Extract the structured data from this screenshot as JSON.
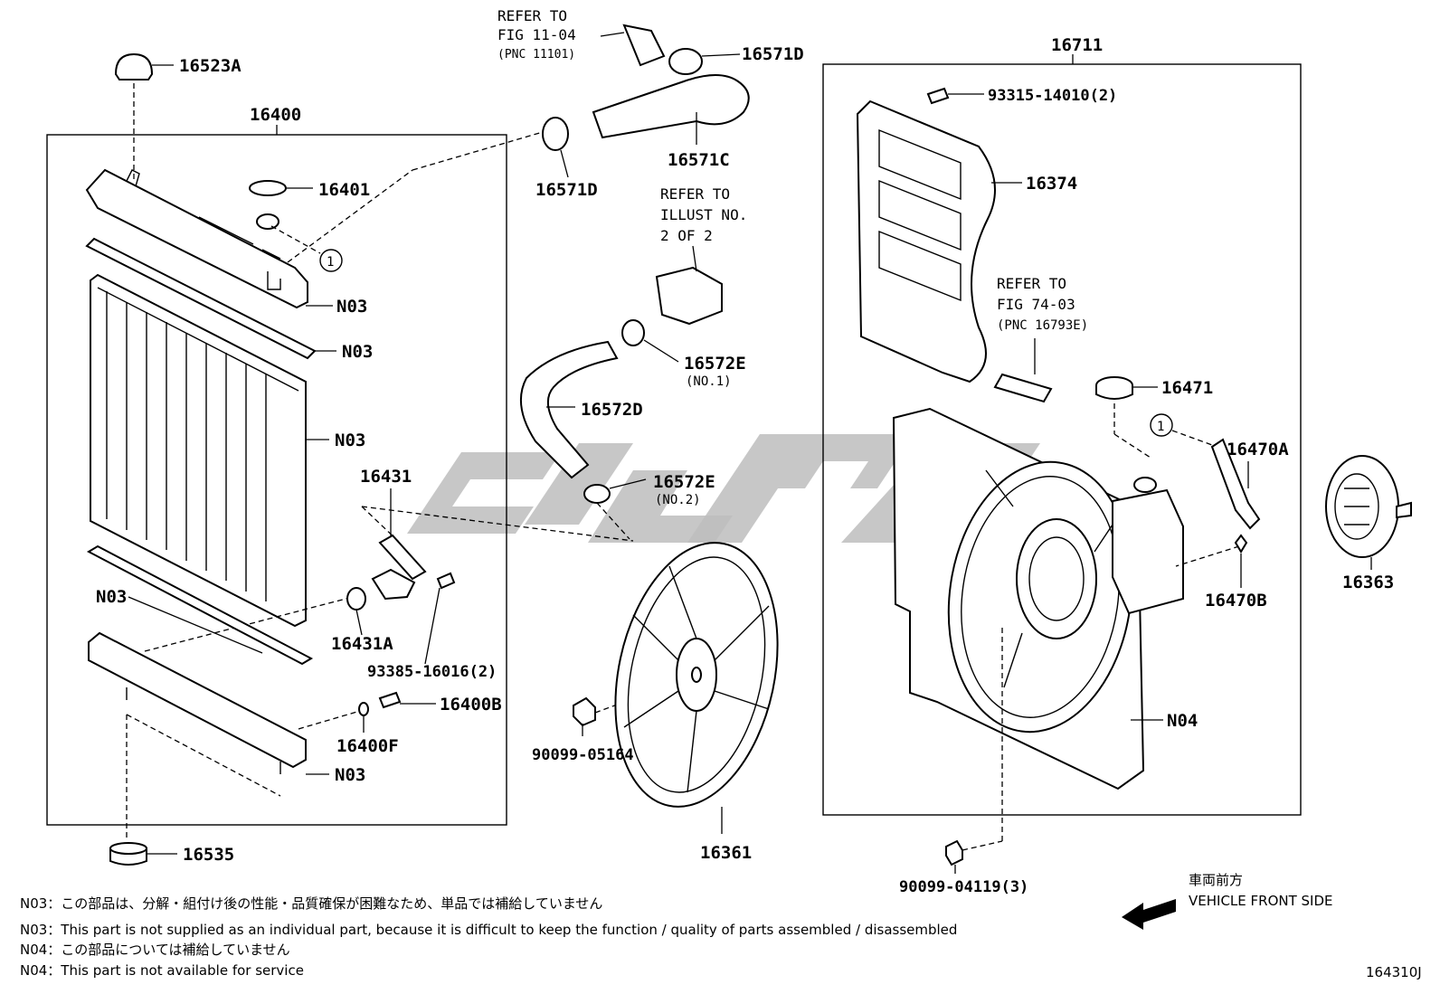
{
  "parts": {
    "p16523A": "16523A",
    "p16400": "16400",
    "p16401": "16401",
    "n03_a": "N03",
    "n03_b": "N03",
    "n03_c": "N03",
    "n03_d": "N03",
    "n03_e": "N03",
    "p16431": "16431",
    "p16431A": "16431A",
    "p93385": "93385-16016(2)",
    "p16400B": "16400B",
    "p16400F": "16400F",
    "p16535": "16535",
    "p16571D_top": "16571D",
    "p16571D_low": "16571D",
    "p16571C": "16571C",
    "p16572E_1": "16572E",
    "p16572E_1_sub": "(NO.1)",
    "p16572D": "16572D",
    "p16572E_2": "16572E",
    "p16572E_2_sub": "(NO.2)",
    "p90099_05164": "90099-05164",
    "p16361": "16361",
    "p16711": "16711",
    "p93315": "93315-14010(2)",
    "p16374": "16374",
    "p16471": "16471",
    "p16470A": "16470A",
    "p16470B": "16470B",
    "p16363": "16363",
    "n04": "N04",
    "p90099_04119": "90099-04119(3)"
  },
  "refs": {
    "fig1104": [
      "REFER TO",
      "FIG 11-04",
      "(PNC 11101)"
    ],
    "illust": [
      "REFER TO",
      "ILLUST NO.",
      "2 OF 2"
    ],
    "fig7403": [
      "REFER TO",
      "FIG 74-03",
      "(PNC 16793E)"
    ]
  },
  "callout_marker": "1",
  "direction": {
    "jp": "車両前方",
    "en": "VEHICLE FRONT SIDE"
  },
  "notes": [
    "N03：この部品は、分解・組付け後の性能・品質確保が困難なため、単品では補給していません",
    "N03：This part is not supplied as an individual part, because it is difficult to keep the function / quality of parts assembled / disassembled",
    "N04：この部品については補給していません",
    "N04：This part is not available for service"
  ],
  "figure_id": "164310J"
}
